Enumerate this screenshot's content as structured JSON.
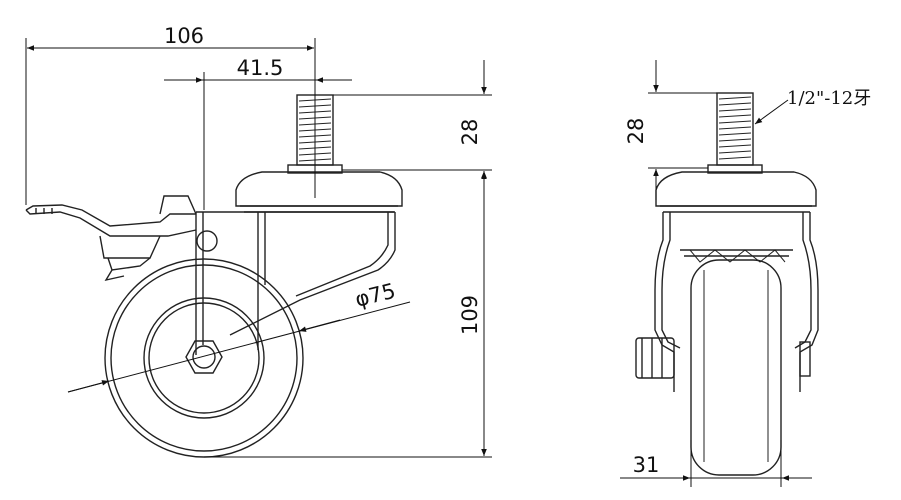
{
  "drawing": {
    "side_view": {
      "dims": {
        "overall_length": "106",
        "offset": "41.5",
        "stem_height": "28",
        "total_height": "109",
        "wheel_diameter": "φ75"
      }
    },
    "front_view": {
      "dims": {
        "stem_height": "28",
        "wheel_width": "31"
      },
      "thread_note": "1/2\"-12牙"
    }
  }
}
